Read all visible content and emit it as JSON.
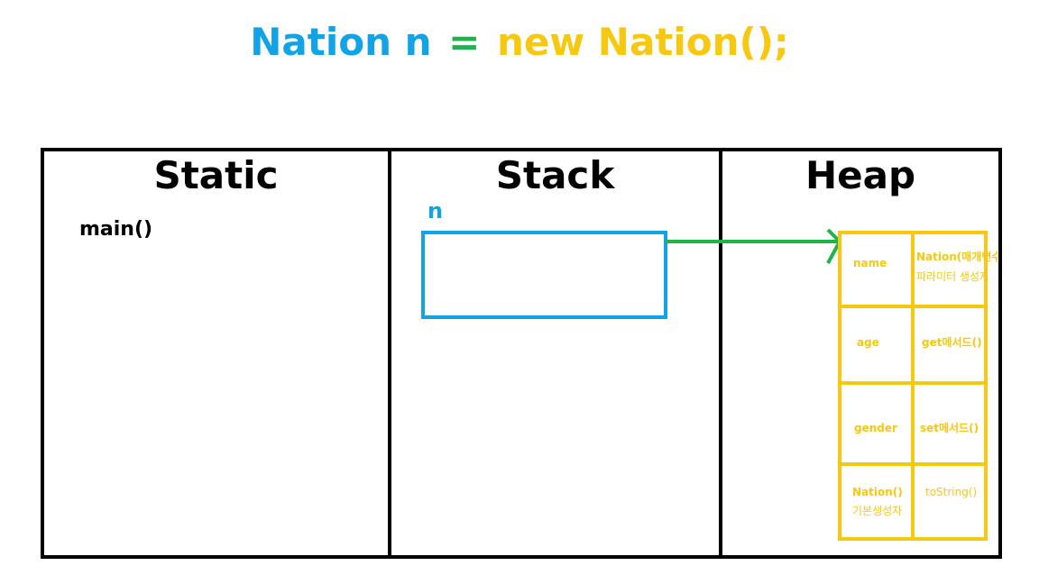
{
  "title": {
    "part1": "Nation n",
    "part2": "=",
    "part3": "new Nation();"
  },
  "columns": {
    "static": "Static",
    "stack": "Stack",
    "heap": "Heap"
  },
  "static_items": {
    "main": "main()"
  },
  "stack_items": {
    "var_name": "n"
  },
  "heap_cells": {
    "name": "name",
    "nation_param_1": "Nation(매개변수)",
    "nation_param_2": "파라미터 생성자",
    "age": "age",
    "get_method": "get메서드()",
    "gender": "gender",
    "set_method": "set메서드()",
    "nation_default_1": "Nation()",
    "nation_default_2": "기본생성자",
    "to_string": "toString()"
  },
  "colors": {
    "variable": "#12a3e6",
    "assign": "#22b24b",
    "object": "#f7c812",
    "border": "#000000"
  }
}
